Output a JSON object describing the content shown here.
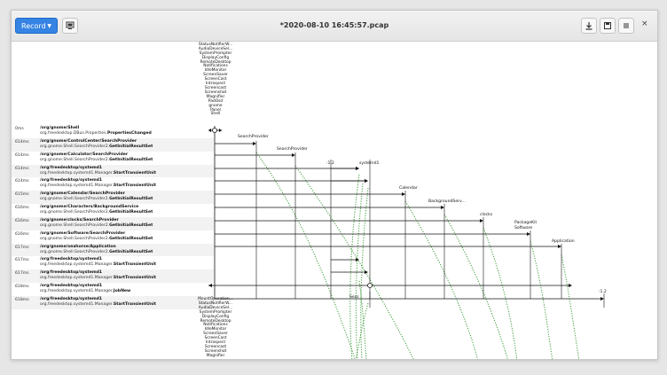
{
  "window": {
    "title": "*2020-08-10 16:45:57.pcap",
    "record_label": "Record",
    "close_glyph": "×"
  },
  "toolbar_icons": [
    "record-dropdown-caret-icon",
    "monitor-icon",
    "download-icon",
    "save-icon",
    "hamburger-menu-icon",
    "close-icon"
  ],
  "client_names": [
    "MountOperation...",
    "StatusNotifierW...",
    "AudioDeviceSel...",
    "SystemPrompter",
    "DisplayConfig",
    "RemoteDesktop",
    "Notifications",
    "IdleMonitor",
    "ScreenSaver",
    "ScreenCast",
    "Introspect",
    "Screencast",
    "Screenshot",
    "Magnifier",
    "PadOsd",
    "gnome",
    "Panel",
    "Shell"
  ],
  "client_names_bottom": [
    "MountOperation...",
    "StatusNotifierW...",
    "AudioDeviceSel...",
    "SystemPrompter",
    "DisplayConfig",
    "RemoteDesktop",
    "Notifications",
    "IdleMonitor",
    "ScreenSaver",
    "ScreenCast",
    "Introspect",
    "Screencast",
    "Screenshot",
    "Magnifier"
  ],
  "rows": [
    {
      "time": "0ms",
      "path": "/org/gnome/Shell",
      "iface": "org.freedesktop.DBus.Properties.",
      "member": "PropertiesChanged"
    },
    {
      "time": "614ms",
      "path": "/org/gnome/ControlCenter/SearchProvider",
      "iface": "org.gnome.Shell.SearchProvider2.",
      "member": "GetInitialResultSet"
    },
    {
      "time": "614ms",
      "path": "/org/gnome/Calculator/SearchProvider",
      "iface": "org.gnome.Shell.SearchProvider2.",
      "member": "GetInitialResultSet"
    },
    {
      "time": "614ms",
      "path": "/org/freedesktop/systemd1",
      "iface": "org.freedesktop.systemd1.Manager.",
      "member": "StartTransientUnit"
    },
    {
      "time": "614ms",
      "path": "/org/freedesktop/systemd1",
      "iface": "org.freedesktop.systemd1.Manager.",
      "member": "StartTransientUnit"
    },
    {
      "time": "615ms",
      "path": "/org/gnome/Calendar/SearchProvider",
      "iface": "org.gnome.Shell.SearchProvider2.",
      "member": "GetInitialResultSet"
    },
    {
      "time": "616ms",
      "path": "/org/gnome/Characters/BackgroundService",
      "iface": "org.gnome.Shell.SearchProvider2.",
      "member": "GetInitialResultSet"
    },
    {
      "time": "616ms",
      "path": "/org/gnome/clocks/SearchProvider",
      "iface": "org.gnome.Shell.SearchProvider2.",
      "member": "GetInitialResultSet"
    },
    {
      "time": "616ms",
      "path": "/org/gnome/Software/SearchProvider",
      "iface": "org.gnome.Shell.SearchProvider2.",
      "member": "GetInitialResultSet"
    },
    {
      "time": "617ms",
      "path": "/org/gnome/seahorse/Application",
      "iface": "org.gnome.Shell.SearchProvider2.",
      "member": "GetInitialResultSet"
    },
    {
      "time": "617ms",
      "path": "/org/freedesktop/systemd1",
      "iface": "org.freedesktop.systemd1.Manager.",
      "member": "StartTransientUnit"
    },
    {
      "time": "617ms",
      "path": "/org/freedesktop/systemd1",
      "iface": "org.freedesktop.systemd1.Manager.",
      "member": "StartTransientUnit"
    },
    {
      "time": "618ms",
      "path": "/org/freedesktop/systemd1",
      "iface": "org.freedesktop.systemd1.Manager.",
      "member": "JobNew"
    },
    {
      "time": "618ms",
      "path": "/org/freedesktop/systemd1",
      "iface": "org.freedesktop.systemd1.Manager.",
      "member": "StartTransientUnit"
    }
  ],
  "lane_labels": [
    {
      "text": "SearchProvider"
    },
    {
      "text": "SearchProvider"
    },
    {
      "text": ":1.2"
    },
    {
      "text": "systemd1"
    },
    {
      "text": "Calendar"
    },
    {
      "text": "BackgroundServ..."
    },
    {
      "text": "clocks"
    },
    {
      "text": "PackageKit"
    },
    {
      "text": "Software"
    },
    {
      "text": "Application"
    },
    {
      "text": "Sess"
    },
    {
      "text": ":1.2"
    }
  ],
  "colors": {
    "accent": "#3584e4",
    "row_alt": "#f2f2f2",
    "line": "#111111",
    "reply": "#3a9a3a"
  }
}
